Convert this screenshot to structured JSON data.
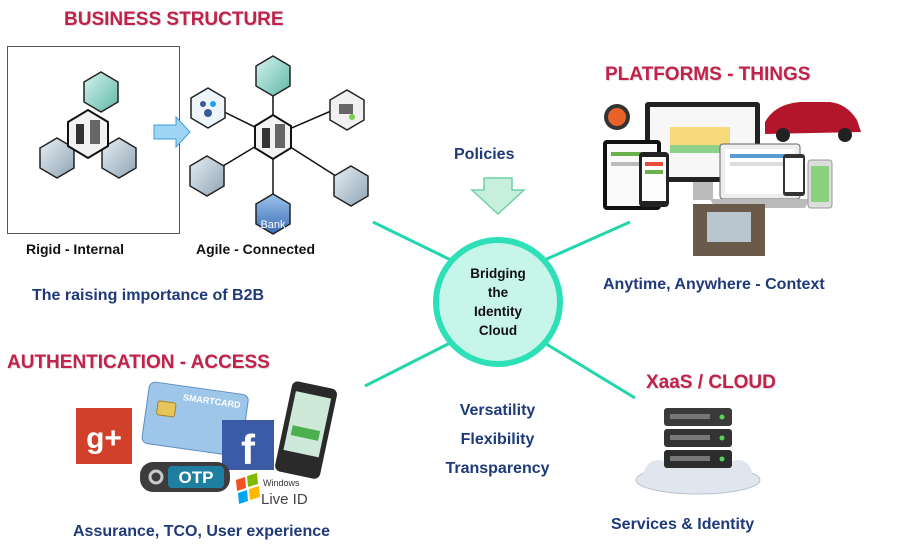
{
  "sections": {
    "business": {
      "title": "BUSINESS STRUCTURE",
      "rigid_label": "Rigid - Internal",
      "agile_label": "Agile - Connected",
      "caption": "The raising importance of B2B",
      "bank_text": "Bank"
    },
    "platforms": {
      "title": "PLATFORMS - THINGS",
      "caption": "Anytime, Anywhere - Context"
    },
    "auth": {
      "title": "AUTHENTICATION - ACCESS",
      "caption": "Assurance, TCO, User experience",
      "smart_card_text": "SMARTCARD",
      "otp_text": "OTP",
      "windows_text": "Windows",
      "live_id_text": "Live ID",
      "gplus_text": "g+",
      "facebook_text": "f"
    },
    "xaas": {
      "title": "XaaS / CLOUD",
      "caption": "Services & Identity"
    }
  },
  "center": {
    "policies": "Policies",
    "hub_line1": "Bridging",
    "hub_line2": "the",
    "hub_line3": "Identity",
    "hub_line4": "Cloud",
    "qualities": [
      "Versatility",
      "Flexibility",
      "Transparency"
    ]
  },
  "colors": {
    "heading_red": "#c0224a",
    "caption_navy": "#1f3a78",
    "hub_teal": "#2ee0b8",
    "hub_fill": "#c8f5ea",
    "arrow_green": "#c7f0dc",
    "connector": "#21d6aa"
  }
}
